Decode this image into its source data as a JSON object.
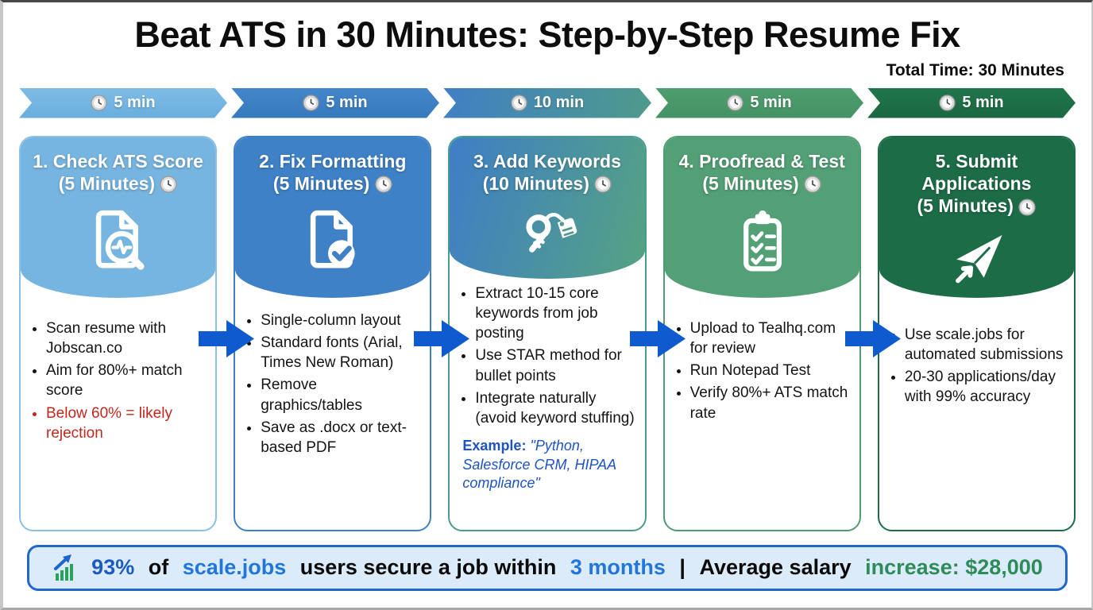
{
  "header": {
    "title": "Beat ATS in 30 Minutes: Step-by-Step Resume Fix",
    "total_time": "Total Time: 30 Minutes"
  },
  "timeline": [
    {
      "duration": "5 min",
      "icon": "clock-icon",
      "color": "#74b5e1"
    },
    {
      "duration": "5 min",
      "icon": "clock-icon",
      "color": "#3c7fc3"
    },
    {
      "duration": "10 min",
      "icon": "clock-icon",
      "color": "#4789b0"
    },
    {
      "duration": "5 min",
      "icon": "clock-icon",
      "color": "#4b9a6d"
    },
    {
      "duration": "5 min",
      "icon": "clock-icon",
      "color": "#1c6f45"
    }
  ],
  "steps": [
    {
      "title": "1. Check ATS Score",
      "duration": "(5 Minutes)",
      "icon": "document-scan-icon",
      "header_color": "#77b5e1",
      "bullets": [
        "Scan resume with Jobscan.co",
        "Aim for 80%+ match score",
        "Below 60% = likely rejection"
      ]
    },
    {
      "title": "2. Fix Formatting",
      "duration": "(5 Minutes)",
      "icon": "document-check-icon",
      "header_color": "#3f81c6",
      "bullets": [
        "Single-column layout",
        "Standard fonts (Arial, Times New Roman)",
        "Remove graphics/tables",
        "Save as .docx or text-based PDF"
      ]
    },
    {
      "title": "3. Add Keywords",
      "duration": "(10 Minutes)",
      "icon": "key-tag-icon",
      "header_color": "#3e7ec7",
      "header_color_end": "#55a381",
      "bullets": [
        "Extract 10-15 core keywords from job posting",
        "Use STAR method for bullet points",
        "Integrate naturally (avoid keyword stuffing)"
      ],
      "example_label": "Example:",
      "example_text": "\"Python, Salesforce CRM, HIPAA compliance\""
    },
    {
      "title": "4. Proofread & Test",
      "duration": "(5 Minutes)",
      "icon": "clipboard-check-icon",
      "header_color": "#539f76",
      "bullets": [
        "Upload to Tealhq.com for review",
        "Run Notepad Test",
        "Verify 80%+ ATS match rate"
      ]
    },
    {
      "title": "5. Submit Applications",
      "duration": "(5 Minutes)",
      "icon": "paper-plane-icon",
      "header_color": "#1d6c48",
      "bullets": [
        "Use scale.jobs for automated submissions",
        "20-30 applications/day with 99% accuracy"
      ]
    }
  ],
  "footer": {
    "icon": "trending-up-chart-icon",
    "segments": [
      {
        "text": "93%",
        "color": "#1d5bbf"
      },
      {
        "text": " of ",
        "color": "#0a0a0a"
      },
      {
        "text": "scale.jobs",
        "color": "#2176d9"
      },
      {
        "text": " users secure a job within ",
        "color": "#0a0a0a"
      },
      {
        "text": "3 months",
        "color": "#2176d9"
      },
      {
        "text": " | ",
        "color": "#0a0a0a"
      },
      {
        "text": "Average salary ",
        "color": "#0a0a0a"
      },
      {
        "text": "increase: $28,000",
        "color": "#2e8b5a"
      }
    ]
  },
  "colors": {
    "flow_arrow": "#0f5ace",
    "warning_text": "#c0281e",
    "example_text": "#1d53c4",
    "banner_bg": "#dcebfa",
    "banner_border": "#2167cf"
  }
}
